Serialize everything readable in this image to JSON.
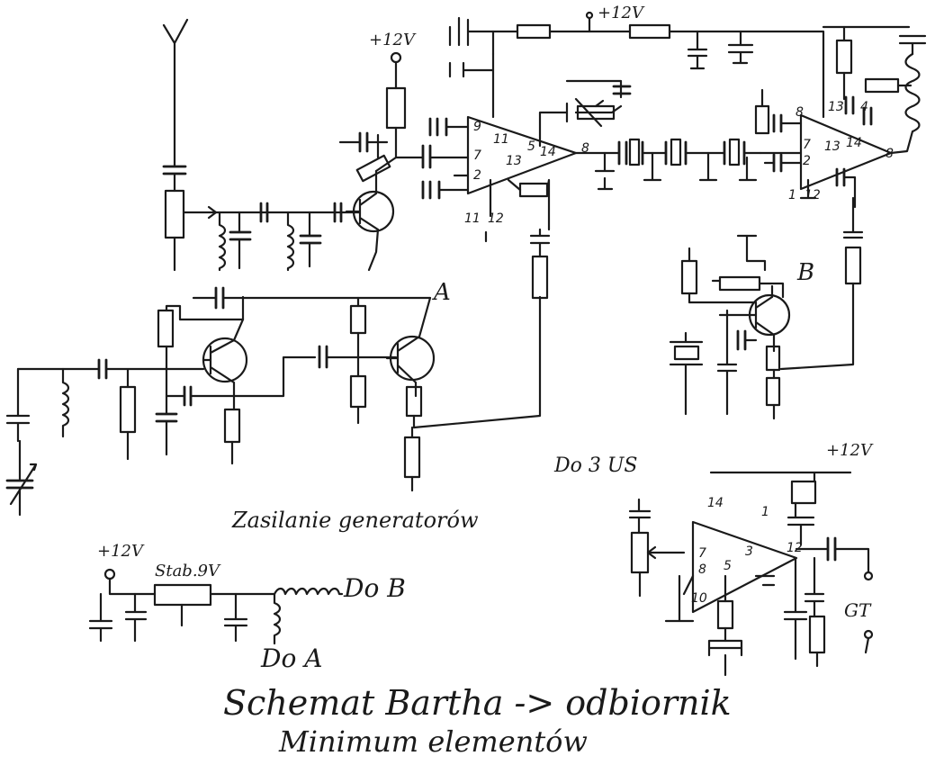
{
  "labels": {
    "supply_12v_top": "+12V",
    "supply_12v_top_right": "+12V",
    "supply_12v_amp": "+12V",
    "supply_12v_bottom": "+12V",
    "stab_9v": "Stab.9V",
    "do_b": "Do B",
    "do_a": "Do A",
    "do_3us": "Do 3 US",
    "gt": "GT",
    "point_a": "A",
    "point_b": "B",
    "caption_generators": "Zasilanie generatorów",
    "caption_title_line1": "Schemat Bartha -> odbiornik",
    "caption_title_line2": "Minimum elementów"
  },
  "pins": {
    "ic1_9": "9",
    "ic1_11a": "11",
    "ic1_7": "7",
    "ic1_2": "2",
    "ic1_13": "13",
    "ic1_5": "5",
    "ic1_14": "14",
    "ic1_8": "8",
    "ic1_11b": "11",
    "ic1_12": "12",
    "ic2_8": "8",
    "ic2_7": "7",
    "ic2_2": "2",
    "ic2_13": "13",
    "ic2_14": "14",
    "ic2_8out": "8",
    "ic2_13b": "13",
    "ic2_4": "4",
    "ic2_1": "1",
    "ic2_12": "12",
    "amp_14": "14",
    "amp_7": "7",
    "amp_8": "8",
    "amp_5": "5",
    "amp_3": "3",
    "amp_12": "12",
    "amp_1": "1",
    "amp_10": "10"
  },
  "colors": {
    "ink": "#1a1a1a",
    "paper": "#ffffff"
  },
  "icons": [
    "antenna-icon",
    "transistor-icon",
    "resistor-icon",
    "capacitor-icon",
    "inductor-icon",
    "op-amp-icon",
    "variable-capacitor-icon",
    "speaker-output-icon"
  ]
}
